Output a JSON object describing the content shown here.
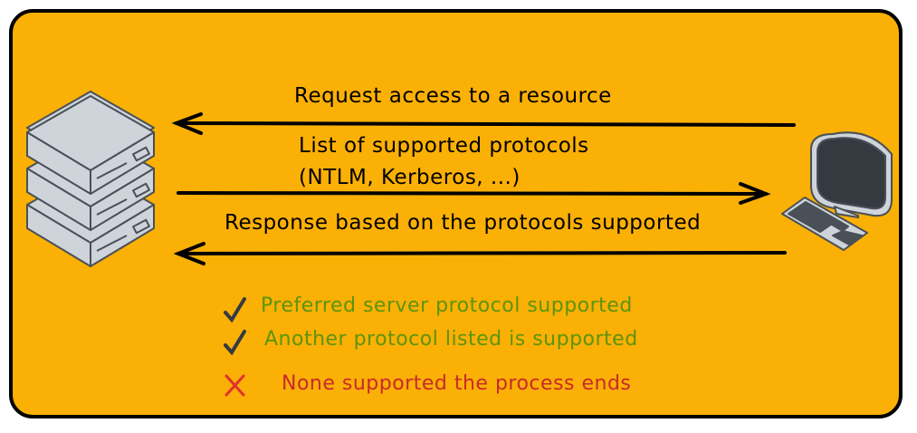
{
  "arrows": {
    "request": "Request access to a resource",
    "protocols_line1": "List of supported protocols",
    "protocols_line2": "(NTLM, Kerberos, ...)",
    "response": "Response based on the protocols supported"
  },
  "outcomes": [
    {
      "icon": "check-icon",
      "text": "Preferred server protocol supported",
      "color": "#5c940d"
    },
    {
      "icon": "check-icon",
      "text": "Another protocol listed is supported",
      "color": "#5c940d"
    },
    {
      "icon": "cross-icon",
      "text": "None supported the process ends",
      "color": "#c92a2a"
    }
  ],
  "colors": {
    "background": "#fab005",
    "check": "#343a40",
    "cross": "#e03131"
  }
}
